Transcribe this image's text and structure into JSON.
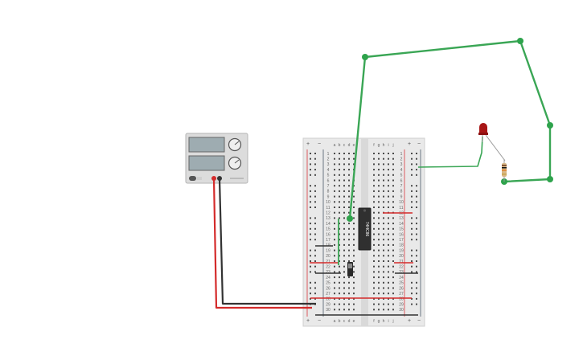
{
  "breadboard": {
    "columns_left": [
      "a",
      "b",
      "c",
      "d",
      "e"
    ],
    "columns_right": [
      "f",
      "g",
      "h",
      "i",
      "j"
    ],
    "row_count": 30,
    "rail_plus": "+",
    "rail_minus": "−"
  },
  "chip": {
    "label": "74HC86"
  },
  "power_supply": {
    "display_top": "",
    "display_bottom": ""
  },
  "colors": {
    "wire_green": "#3aa655",
    "wire_red": "#d42b2b",
    "wire_black": "#333333",
    "rail_red": "#d9363e",
    "rail_blue": "#4a5a6a",
    "led": "#a81616",
    "breadboard": "#e9e9e9"
  }
}
